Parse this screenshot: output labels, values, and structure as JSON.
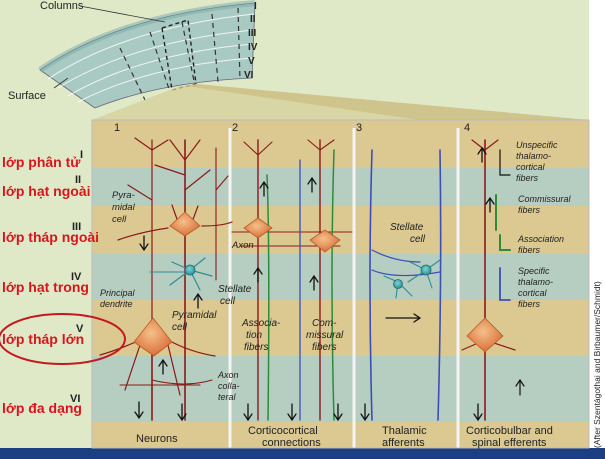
{
  "top": {
    "columns_label": "Columns",
    "surface_label": "Surface",
    "roman_layers": [
      "I",
      "II",
      "III",
      "IV",
      "V",
      "VI"
    ]
  },
  "column_numbers": [
    "1",
    "2",
    "3",
    "4"
  ],
  "inline_roman": [
    "I",
    "II",
    "III",
    "IV",
    "V",
    "VI"
  ],
  "vietnamese_labels": [
    "lớp phân tử",
    "lớp hạt ngoài",
    "lớp tháp ngoài",
    "lớp hạt trong",
    "lớp tháp lớn",
    "lớp đa dạng"
  ],
  "panel1": {
    "pyramidal_cell_top": [
      "Pyra-",
      "midal",
      "cell"
    ],
    "axon": "Axon",
    "stellate_cell": [
      "Stellate",
      "cell"
    ],
    "principal_dendrite": [
      "Principal",
      "dendrite"
    ],
    "pyramidal_cell_bottom": [
      "Pyramidal",
      "cell"
    ],
    "axon_collateral": [
      "Axon",
      "colla-",
      "teral"
    ],
    "footer": "Neurons"
  },
  "panel2": {
    "association_fibers": [
      "Associa-",
      "tion",
      "fibers"
    ],
    "commissural_fibers": [
      "Com-",
      "missural",
      "fibers"
    ],
    "footer": [
      "Corticocortical",
      "connections"
    ]
  },
  "panel3": {
    "stellate_cell": [
      "Stellate",
      "cell"
    ],
    "footer": [
      "Thalamic",
      "afferents"
    ]
  },
  "panel4": {
    "unspecific": [
      "Unspecific",
      "thalamo-",
      "cortical",
      "fibers"
    ],
    "commissural": [
      "Commissural",
      "fibers"
    ],
    "association": [
      "Association",
      "fibers"
    ],
    "specific": [
      "Specific",
      "thalamo-",
      "cortical",
      "fibers"
    ],
    "footer": [
      "Corticobulbar and",
      "spinal efferents"
    ]
  },
  "credit": "(After Szentágothai and Birbaumer/Schmidt)",
  "colors": {
    "background": "#1b3f82",
    "band_tan": "#dcc891",
    "band_blue": "#b6cdc2",
    "vietnamese_label": "#d9141c",
    "neuron_body": "#e88a4a",
    "axon_dark": "#8b1a1a",
    "fiber_green": "#2e8b3a",
    "fiber_blue": "#3b4fb5"
  }
}
